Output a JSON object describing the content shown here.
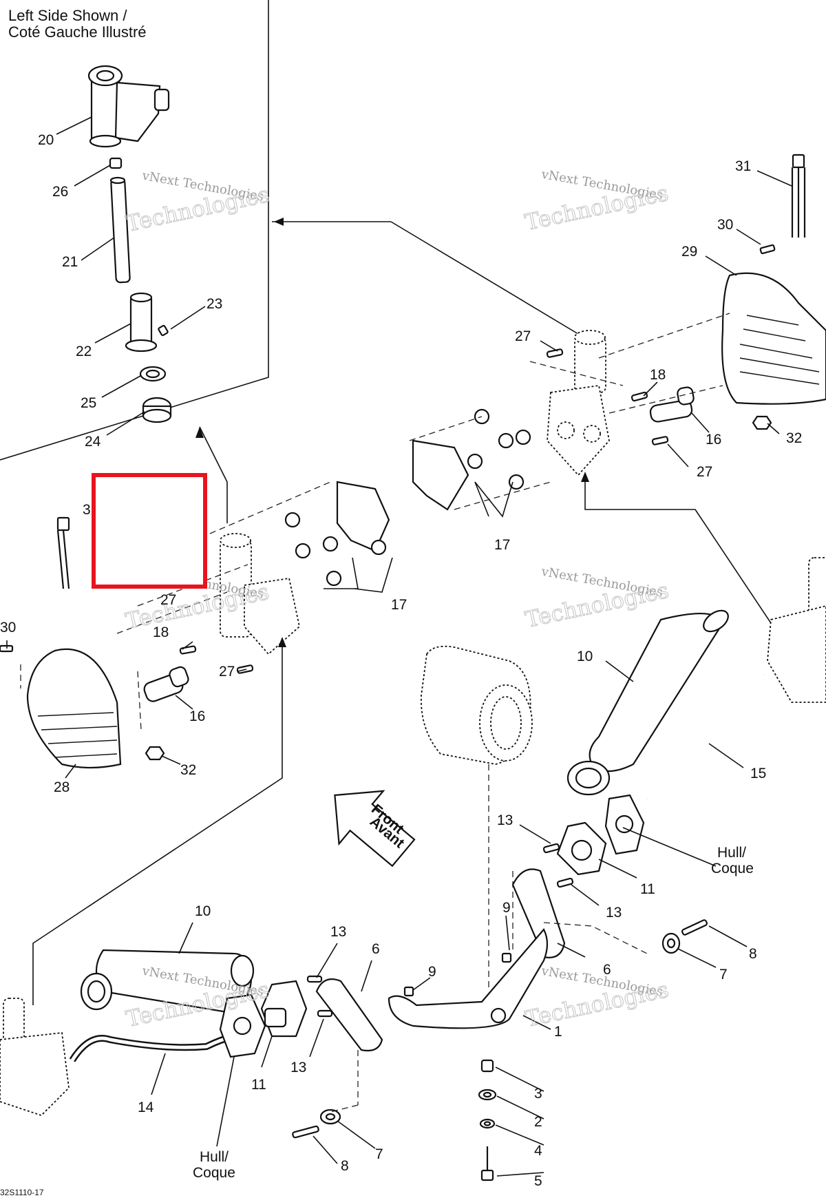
{
  "inset_title": [
    "Left Side Shown /",
    "Coté Gauche Illustré"
  ],
  "watermark": [
    "vNext Technologies",
    "Technologies"
  ],
  "direction_label": [
    "Front",
    "Avant"
  ],
  "hull_label_right": [
    "Hull/",
    "Coque"
  ],
  "hull_label_left": [
    "Hull/",
    "Coque"
  ],
  "drawing_number": "32S1110-17",
  "highlight_color": "#e8141e",
  "callouts": {
    "c20": "20",
    "c26": "26",
    "c21": "21",
    "c22": "22",
    "c23": "23",
    "c25": "25",
    "c24": "24",
    "c31r": "31",
    "c30r": "30",
    "c29": "29",
    "c27a": "27",
    "c18r": "18",
    "c16r": "16",
    "c32r": "32",
    "c27b": "27",
    "c17r": "17",
    "c31l": "3",
    "c27c": "27",
    "c17l": "17",
    "c30l": "30",
    "c18l": "18",
    "c27d": "27",
    "c16l": "16",
    "c32l": "32",
    "c28": "28",
    "c10r": "10",
    "c15": "15",
    "c13a": "13",
    "c11r": "11",
    "c13b": "13",
    "c9a": "9",
    "c6r": "6",
    "c8r": "8",
    "c7r": "7",
    "c10l": "10",
    "c13c": "13",
    "c6l": "6",
    "c9b": "9",
    "c1": "1",
    "c11l": "11",
    "c13d": "13",
    "c14": "14",
    "c3": "3",
    "c2": "2",
    "c4": "4",
    "c7l": "7",
    "c8l": "8",
    "c5": "5"
  }
}
